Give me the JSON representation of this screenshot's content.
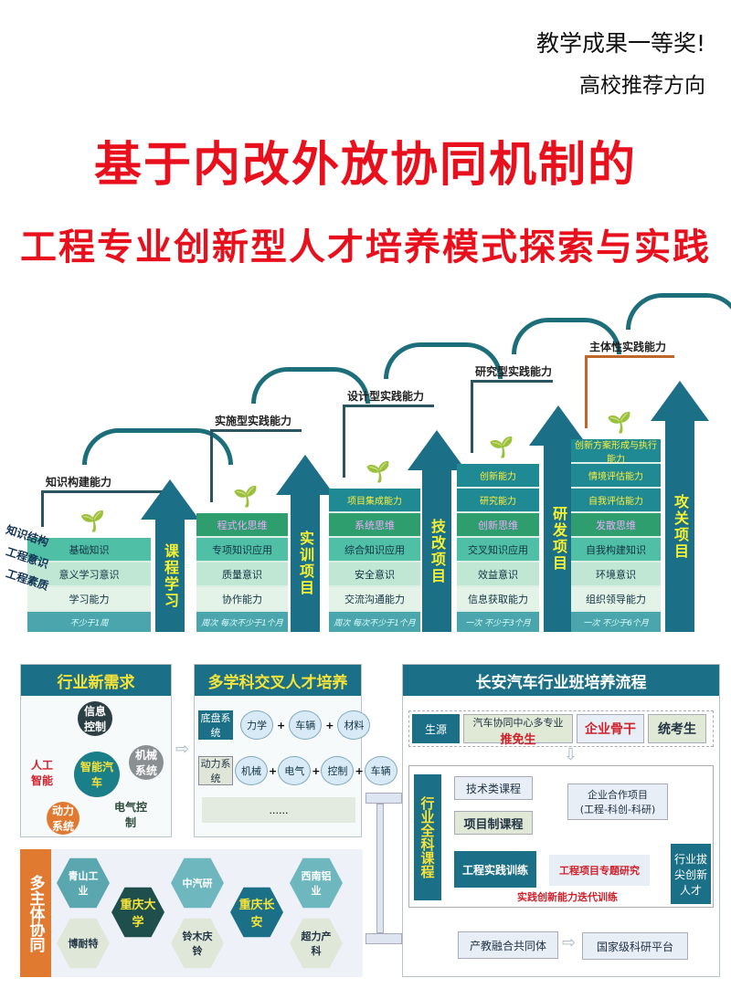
{
  "header": {
    "award": "教学成果一等奖!",
    "recommend": "高校推荐方向",
    "title_line1": "基于内改外放协同机制的",
    "title_line2": "工程专业创新型人才培养模式探索与实践"
  },
  "colors": {
    "title": "#e8101c",
    "teal": "#1b6f86",
    "yellow_text": "#f6f134",
    "orange": "#e07a30"
  },
  "staircase": {
    "side_labels": [
      "知识结构",
      "工程意识",
      "工程素质"
    ],
    "steps": [
      {
        "ability": "知识构建能力",
        "rows": [
          "基础知识",
          "意义学习意识",
          "学习能力"
        ],
        "footer": "不少于1周",
        "arrow": "课程学习"
      },
      {
        "ability": "实施型实践能力",
        "rows": [
          "程式化思维",
          "专项知识应用",
          "质量意识",
          "协作能力"
        ],
        "footer": "周次 每次不少于1个月",
        "arrow": "实训项目"
      },
      {
        "ability": "设计型实践能力",
        "rows": [
          "项目集成能力",
          "系统思维",
          "综合知识应用",
          "安全意识",
          "交流沟通能力"
        ],
        "footer": "周次 每次不少于1个月",
        "arrow": "技改项目"
      },
      {
        "ability": "研究型实践能力",
        "rows": [
          "创新能力",
          "研究能力",
          "创新思维",
          "交叉知识应用",
          "效益意识",
          "信息获取能力"
        ],
        "footer": "一次 不少于3个月",
        "arrow": "研发项目"
      },
      {
        "ability": "主体性实践能力",
        "rows": [
          "创新方案形成与执行能力",
          "情境评估能力",
          "自我评估能力",
          "发散思维",
          "自我构建知识",
          "环境意识",
          "组织领导能力"
        ],
        "footer": "一次 不少于6个月",
        "arrow": "攻关项目"
      }
    ]
  },
  "industry": {
    "title": "行业新需求",
    "center": "智能汽车",
    "nodes": [
      "信息控制",
      "机械系统",
      "电气控制",
      "动力系统",
      "人工智能"
    ]
  },
  "multidiscipline": {
    "title": "多学科交叉人才培养",
    "rows": [
      {
        "label": "底盘系统",
        "items": [
          "力学",
          "车辆",
          "材料"
        ]
      },
      {
        "label": "动力系统",
        "items": [
          "机械",
          "电气",
          "控制",
          "车辆"
        ]
      }
    ],
    "more": "......",
    "plus": "+"
  },
  "collab": {
    "title": "多主体协同",
    "hexes": [
      "青山工业",
      "博耐特",
      "重庆大学",
      "中汽研",
      "铃木庆铃",
      "重庆长安",
      "西南铝业",
      "超力产科"
    ]
  },
  "process": {
    "title": "长安汽车行业班培养流程",
    "source_label": "生源",
    "source1": "汽车协同中心多专业",
    "source1_em": "推免生",
    "source2": "企业骨干",
    "source3": "统考生",
    "side": "行业全科课程",
    "tech": "技术类课程",
    "project_course": "项目制课程",
    "enterprise": "企业合作项目",
    "enterprise_sub": "(工程-科创-科研)",
    "practice": "工程实践训练",
    "research": "工程项目专题研究",
    "iterate": "实践创新能力迭代训练",
    "talent": "行业拔尖创新人才",
    "community": "产教融合共同体",
    "platform": "国家级科研平台"
  }
}
